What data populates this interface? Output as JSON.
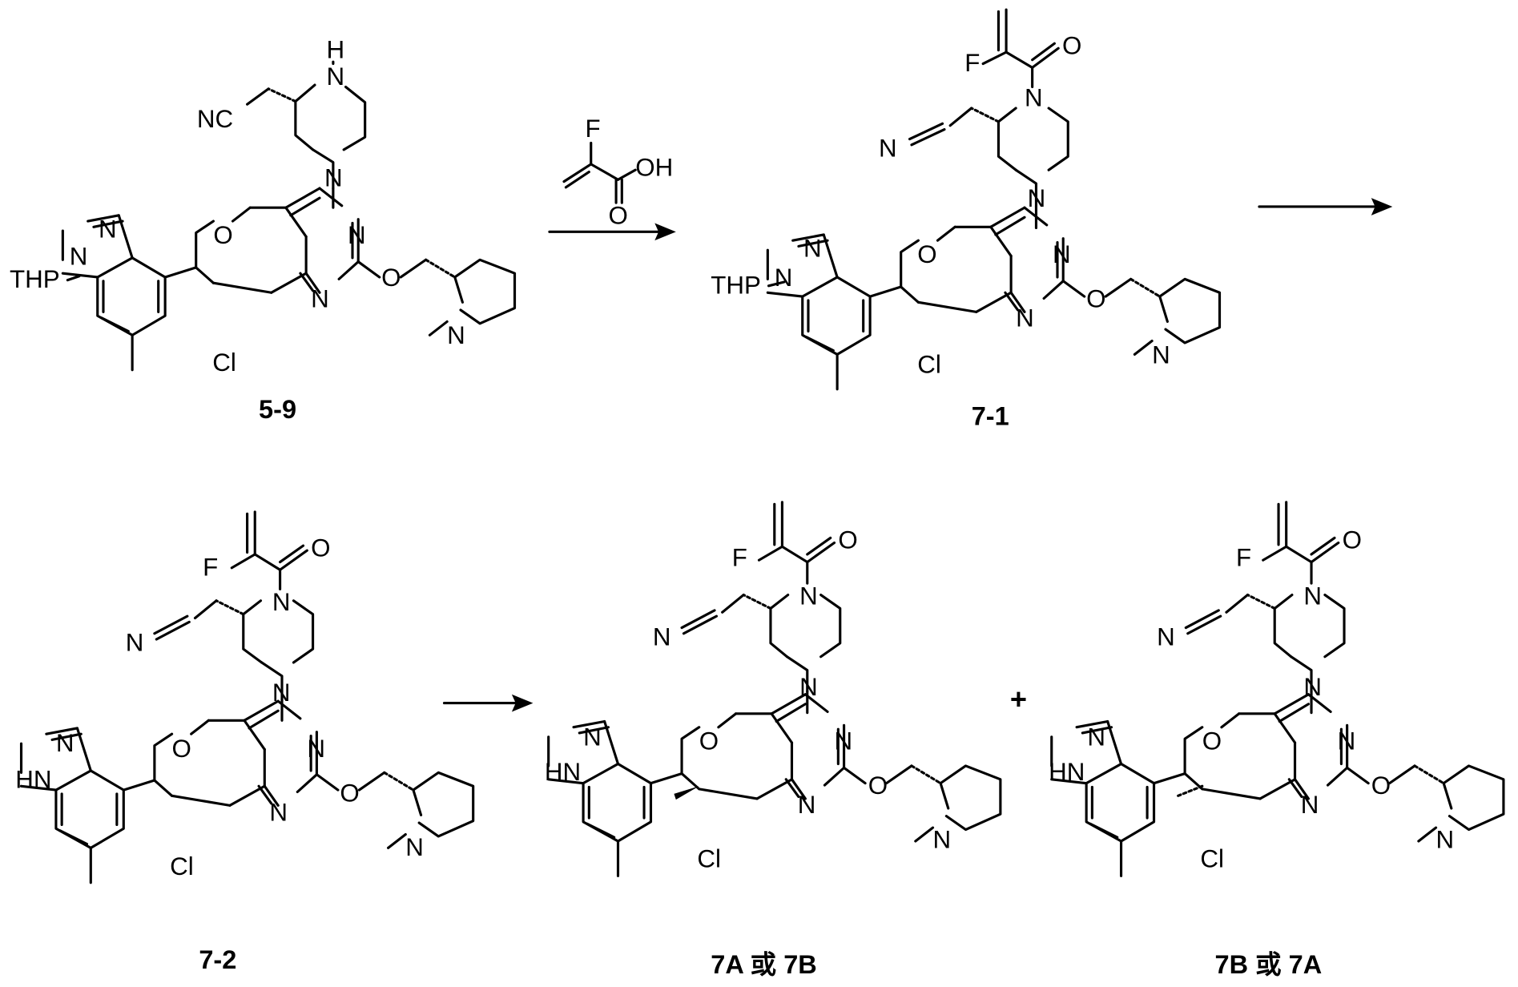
{
  "compounds": {
    "c59": {
      "label": "5-9"
    },
    "c71": {
      "label": "7-1"
    },
    "c72": {
      "label": "7-2"
    },
    "c7a": {
      "label": "7A 或 7B"
    },
    "c7b": {
      "label": "7B 或 7A"
    }
  },
  "reagent": {
    "F": "F",
    "OH": "OH",
    "O": "O"
  },
  "atoms": {
    "NC": "NC",
    "N": "N",
    "H": "H",
    "HN": "HN",
    "O": "O",
    "F": "F",
    "Cl": "Cl",
    "THP": "THP"
  },
  "plus": "+"
}
